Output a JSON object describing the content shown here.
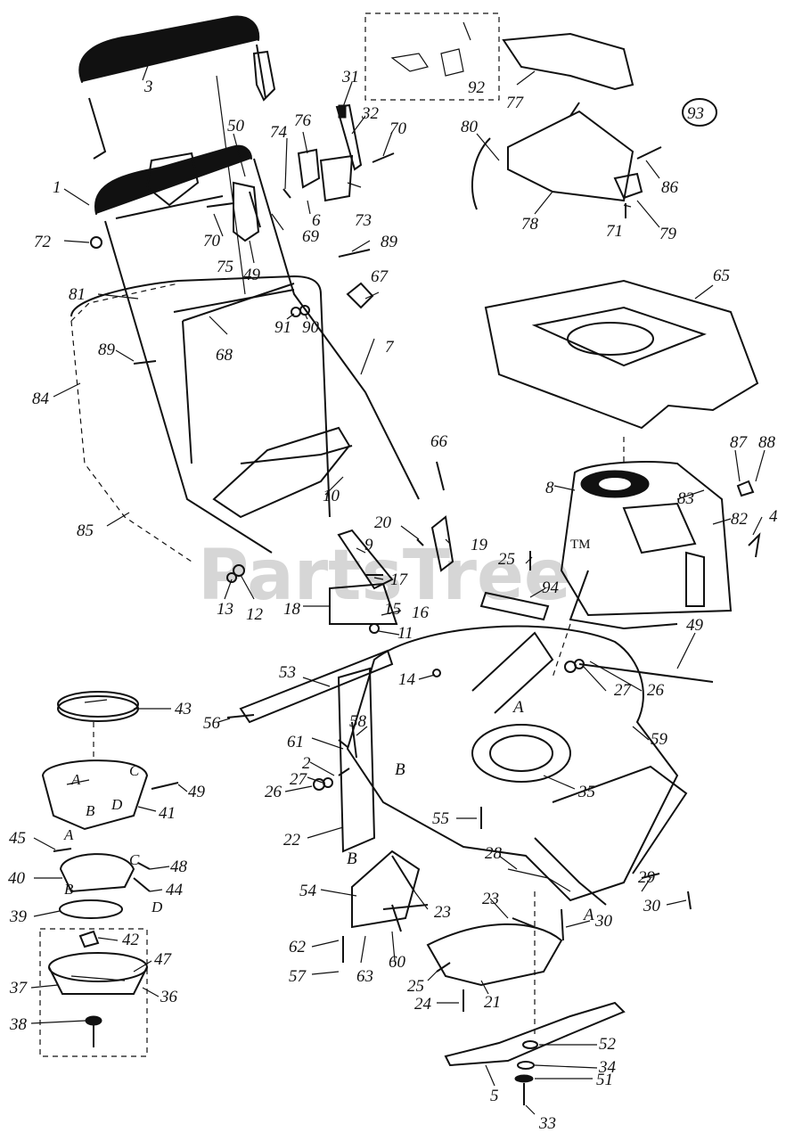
{
  "watermark": "PartsTree",
  "watermark_tm": "TM",
  "diagram_ref": "93",
  "part_labels": [
    "1",
    "2",
    "3",
    "4",
    "5",
    "6",
    "7",
    "8",
    "9",
    "10",
    "11",
    "12",
    "13",
    "14",
    "15",
    "16",
    "17",
    "18",
    "19",
    "20",
    "21",
    "22",
    "23",
    "24",
    "25",
    "26",
    "27",
    "28",
    "29",
    "30",
    "31",
    "32",
    "33",
    "34",
    "35",
    "36",
    "37",
    "38",
    "39",
    "40",
    "41",
    "42",
    "43",
    "44",
    "45",
    "47",
    "48",
    "49",
    "50",
    "51",
    "52",
    "53",
    "54",
    "55",
    "56",
    "57",
    "58",
    "59",
    "60",
    "61",
    "62",
    "63",
    "65",
    "66",
    "67",
    "68",
    "69",
    "70",
    "71",
    "72",
    "73",
    "74",
    "75",
    "76",
    "77",
    "78",
    "79",
    "80",
    "81",
    "82",
    "83",
    "84",
    "85",
    "86",
    "87",
    "88",
    "89",
    "90",
    "91",
    "92",
    "94"
  ],
  "letter_labels": [
    "A",
    "B",
    "C",
    "D"
  ]
}
